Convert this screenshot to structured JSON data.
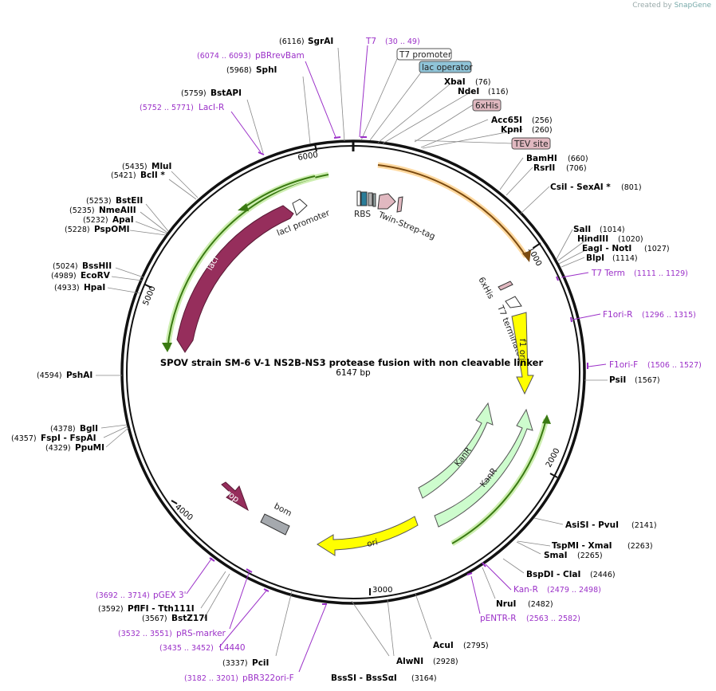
{
  "credit": {
    "created_by": "Created by",
    "brand": "SnapGene"
  },
  "title": "SPOV strain SM-6 V-1 NS2B-NS3 protease fusion with non cleavable linker",
  "length": "6147 bp",
  "ticks": [
    "1000",
    "2000",
    "3000",
    "4000",
    "5000",
    "6000"
  ],
  "enzymes": [
    {
      "name": "SgrAI",
      "pos": "(6116)"
    },
    {
      "name": "SphI",
      "pos": "(5968)"
    },
    {
      "name": "BstAPI",
      "pos": "(5759)"
    },
    {
      "name": "MluI",
      "pos": "(5435)"
    },
    {
      "name": "BclI *",
      "pos": "(5421)"
    },
    {
      "name": "BstEII",
      "pos": "(5253)"
    },
    {
      "name": "NmeAIII",
      "pos": "(5235)"
    },
    {
      "name": "ApaI",
      "pos": "(5232)"
    },
    {
      "name": "PspOMI",
      "pos": "(5228)"
    },
    {
      "name": "BssHII",
      "pos": "(5024)"
    },
    {
      "name": "EcoRV",
      "pos": "(4989)"
    },
    {
      "name": "HpaI",
      "pos": "(4933)"
    },
    {
      "name": "PshAI",
      "pos": "(4594)"
    },
    {
      "name": "BglI",
      "pos": "(4378)"
    },
    {
      "name": "FspI - FspAI",
      "pos": "(4357)"
    },
    {
      "name": "PpuMI",
      "pos": "(4329)"
    },
    {
      "name": "PflFI - Tth111I",
      "pos": "(3592)"
    },
    {
      "name": "BstZ17I",
      "pos": "(3567)"
    },
    {
      "name": "PciI",
      "pos": "(3337)"
    },
    {
      "name": "BssSI - BssSαI",
      "pos": "(3164)"
    },
    {
      "name": "AlwNI",
      "pos": "(2928)"
    },
    {
      "name": "AcuI",
      "pos": "(2795)"
    },
    {
      "name": "NruI",
      "pos": "(2482)"
    },
    {
      "name": "BspDI - ClaI",
      "pos": "(2446)"
    },
    {
      "name": "SmaI",
      "pos": "(2265)"
    },
    {
      "name": "TspMI - XmaI",
      "pos": "(2263)"
    },
    {
      "name": "AsiSI - PvuI",
      "pos": "(2141)"
    },
    {
      "name": "PsiI",
      "pos": "(1567)"
    },
    {
      "name": "BlpI",
      "pos": "(1114)"
    },
    {
      "name": "EagI - NotI",
      "pos": "(1027)"
    },
    {
      "name": "HindIII",
      "pos": "(1020)"
    },
    {
      "name": "SalI",
      "pos": "(1014)"
    },
    {
      "name": "CsiI - SexAI *",
      "pos": "(801)"
    },
    {
      "name": "RsrII",
      "pos": "(706)"
    },
    {
      "name": "BamHI",
      "pos": "(660)"
    },
    {
      "name": "KpnI",
      "pos": "(260)"
    },
    {
      "name": "Acc65I",
      "pos": "(256)"
    },
    {
      "name": "NdeI",
      "pos": "(116)"
    },
    {
      "name": "XbaI",
      "pos": "(76)"
    }
  ],
  "primers": [
    {
      "name": "T7",
      "pos": "(30 .. 49)"
    },
    {
      "name": "pBRrevBam",
      "pos": "(6074 .. 6093)"
    },
    {
      "name": "LacI-R",
      "pos": "(5752 .. 5771)"
    },
    {
      "name": "T7 Term",
      "pos": "(1111 .. 1129)"
    },
    {
      "name": "F1ori-R",
      "pos": "(1296 .. 1315)"
    },
    {
      "name": "F1ori-F",
      "pos": "(1506 .. 1527)"
    },
    {
      "name": "Kan-R",
      "pos": "(2479 .. 2498)"
    },
    {
      "name": "pENTR-R",
      "pos": "(2563 .. 2582)"
    },
    {
      "name": "pGEX 3'",
      "pos": "(3692 .. 3714)"
    },
    {
      "name": "pRS-marker",
      "pos": "(3532 .. 3551)"
    },
    {
      "name": "L4440",
      "pos": "(3435 .. 3452)"
    },
    {
      "name": "pBR322ori-F",
      "pos": "(3182 .. 3201)"
    }
  ],
  "boxed_features": [
    "T7 promoter",
    "lac operator",
    "6xHis",
    "TEV site"
  ],
  "features": {
    "laci": "lacI",
    "laci_promoter": "lacI promoter",
    "rbs": "RBS",
    "twin_strep": "Twin-Strep-tag",
    "his_inner": "6xHis",
    "t7_terminator": "T7 terminator",
    "f1_ori": "f1 ori",
    "kanr1": "KanR",
    "kanr2": "KanR",
    "ori": "ori",
    "rop": "rop",
    "bom": "bom"
  },
  "colors": {
    "laci": "#962e5c",
    "f1_ori": "#ffff00",
    "ori": "#ffff00",
    "kanr": "#cdfccd",
    "rop": "#962e5c",
    "bom": "#a5a9ae",
    "orf_green": "#7dc02a",
    "orf_orange": "#f0a030",
    "primer": "#9b30c8",
    "his_box": "#e0b8c0",
    "lacop_box": "#8fc4d8"
  }
}
